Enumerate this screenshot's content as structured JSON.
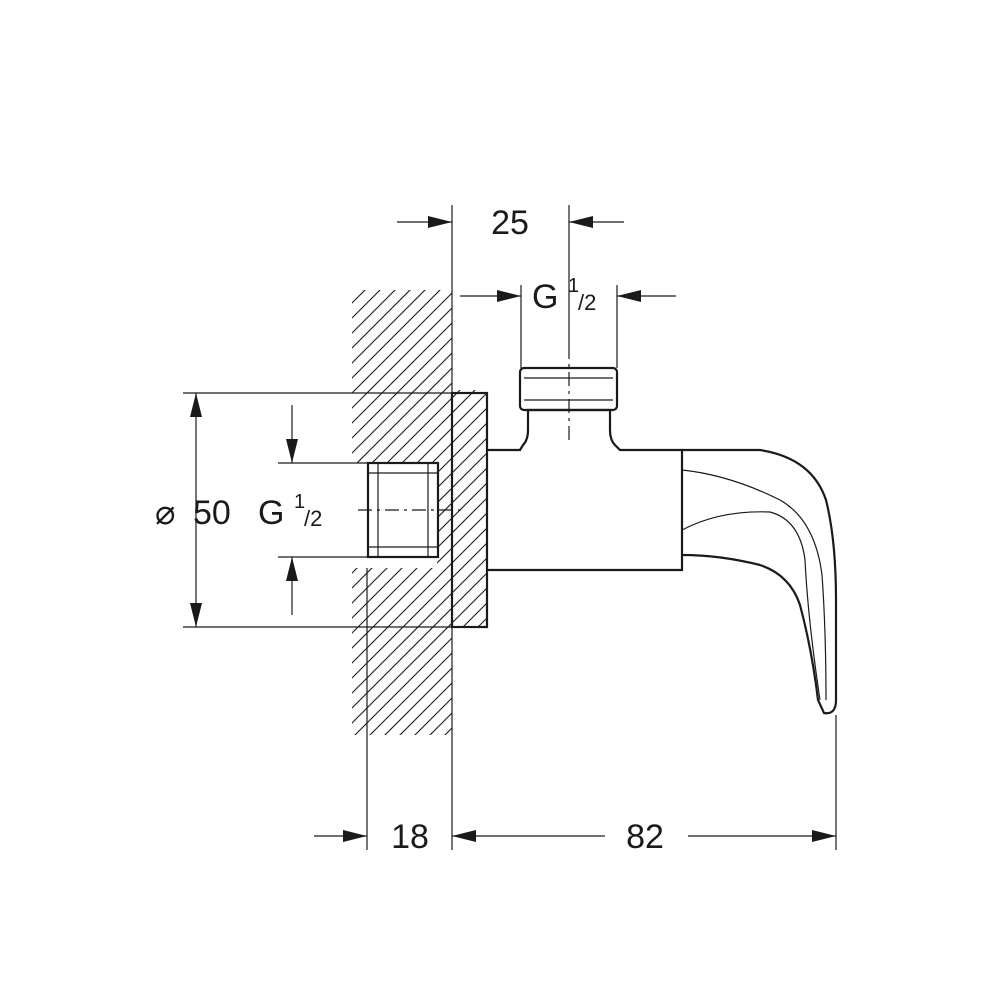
{
  "dimensions": {
    "top_offset": "25",
    "top_thread_main": "G",
    "top_thread_num": "1",
    "top_thread_den": "/2",
    "diameter_symbol": "⌀",
    "diameter_value": "50",
    "side_thread_main": "G",
    "side_thread_num": "1",
    "side_thread_den": "/2",
    "wall_depth": "18",
    "projection": "82"
  },
  "colors": {
    "line": "#1a1a1a",
    "background": "#ffffff"
  }
}
